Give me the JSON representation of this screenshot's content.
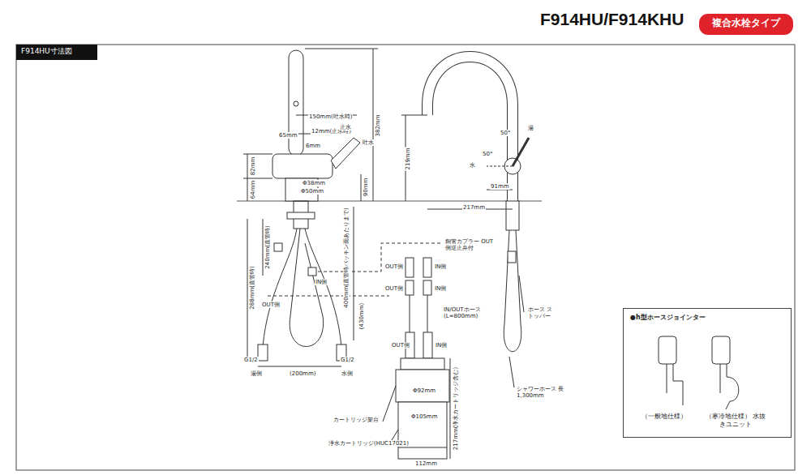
{
  "diagram": {
    "title": "F914HU/F914KHU",
    "nodes": [
      {
        "text": [
          "F914HU寸法図"
        ]
      },
      {
        "text": [
          "●h型ホースジョインター",
          "（一般地仕様）",
          "（寒冷地仕様） 水抜きユニット"
        ]
      },
      {
        "text": [
          "複合水栓タイプ"
        ]
      }
    ],
    "labels": [
      "150mm(吐水時)",
      "12mm(止水時)",
      "65mm",
      "6mm",
      "止水",
      "吐水",
      "382mm",
      "82mm",
      "64mm",
      "Φ38mm",
      "Φ50mm",
      "90mm",
      "288mm(直管時)",
      "240mm(直管時)",
      "400mm(直管時パッキン面あたりまで)",
      "(430mm)",
      "IN側",
      "OUT側",
      "G1/2",
      "G1/2",
      "湯側",
      "水側",
      "(200mm)",
      "銅管カプラー OUT側逆止弁付",
      "OUT側",
      "IN側",
      "OUT側",
      "IN側",
      "IN/OUTホース (L=800mm)",
      "OUT側",
      "IN側",
      "Φ92mm",
      "Φ105mm",
      "217mm(浄水カートリッジ含む)",
      "カートリッジ架台",
      "浄水カートリッジ(HUC17021)",
      "112mm",
      "湯",
      "50°",
      "50°",
      "水",
      "219mm",
      "91mm",
      "217mm",
      "ホース ストッパー",
      "シャワーホース 長1,300mm"
    ]
  }
}
